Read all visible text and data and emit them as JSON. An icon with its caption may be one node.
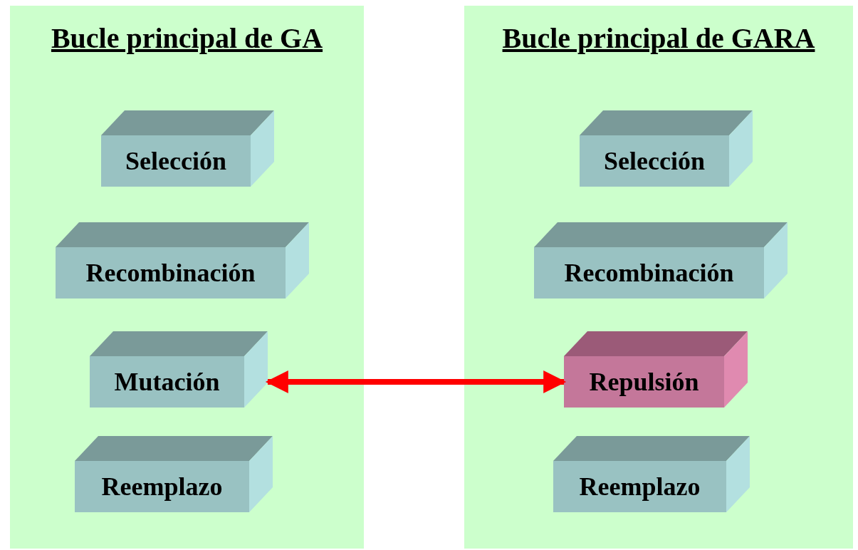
{
  "diagram": {
    "nodes": [
      {
        "text": [
          "Bucle principal de GA"
        ]
      },
      {
        "text": [
          "Selección"
        ],
        "in": 0
      },
      {
        "text": [
          "Recombinación"
        ],
        "in": 0
      },
      {
        "text": [
          "Mutación"
        ],
        "in": 0
      },
      {
        "text": [
          "Reemplazo"
        ],
        "in": 0
      },
      {
        "text": [
          "Bucle principal de GARA"
        ]
      },
      {
        "text": [
          "Selección"
        ],
        "in": 5
      },
      {
        "text": [
          "Recombinación"
        ],
        "in": 5
      },
      {
        "text": [
          "Repulsión"
        ],
        "in": 5
      },
      {
        "text": [
          "Reemplazo"
        ],
        "in": 5
      }
    ],
    "edges": [
      {
        "from": 3,
        "to": 8,
        "arrow": "both",
        "color": "#ff0000"
      }
    ]
  }
}
